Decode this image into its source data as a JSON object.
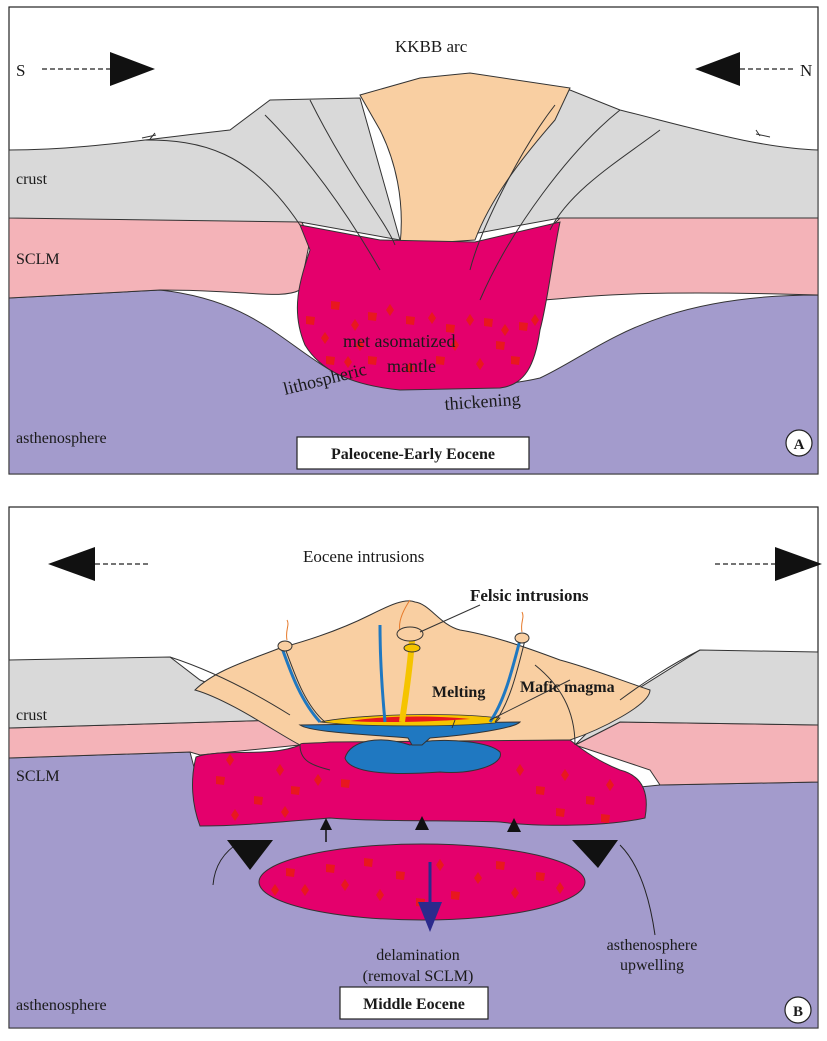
{
  "panel_a": {
    "title": "KKBB arc",
    "south": "S",
    "north": "N",
    "crust": "crust",
    "sclm": "SCLM",
    "asthenosphere": "asthenosphere",
    "metasomatized_1": "met asomatized",
    "metasomatized_2": "mantle",
    "lithospheric": "lithospheric",
    "thickening": "thickening",
    "stage": "Paleocene-Early Eocene",
    "panel_label": "A"
  },
  "panel_b": {
    "title": "Eocene intrusions",
    "felsic": "Felsic intrusions",
    "melting": "Melting",
    "mafic": "Mafic magma",
    "crust": "crust",
    "sclm": "SCLM",
    "asthenosphere": "asthenosphere",
    "delamination_1": "delamination",
    "delamination_2": "(removal SCLM)",
    "upwelling_1": "asthenosphere",
    "upwelling_2": "upwelling",
    "stage": "Middle Eocene",
    "panel_label": "B"
  },
  "colors": {
    "crust": "#d9d9d9",
    "sclm": "#f4b3b8",
    "asthenosphere": "#a39bcc",
    "arc": "#f9cfa2",
    "metasomatized": "#e4006c",
    "mafic": "#1f78c1",
    "melt": "#f5c400",
    "red_spots": "#e8171e"
  }
}
